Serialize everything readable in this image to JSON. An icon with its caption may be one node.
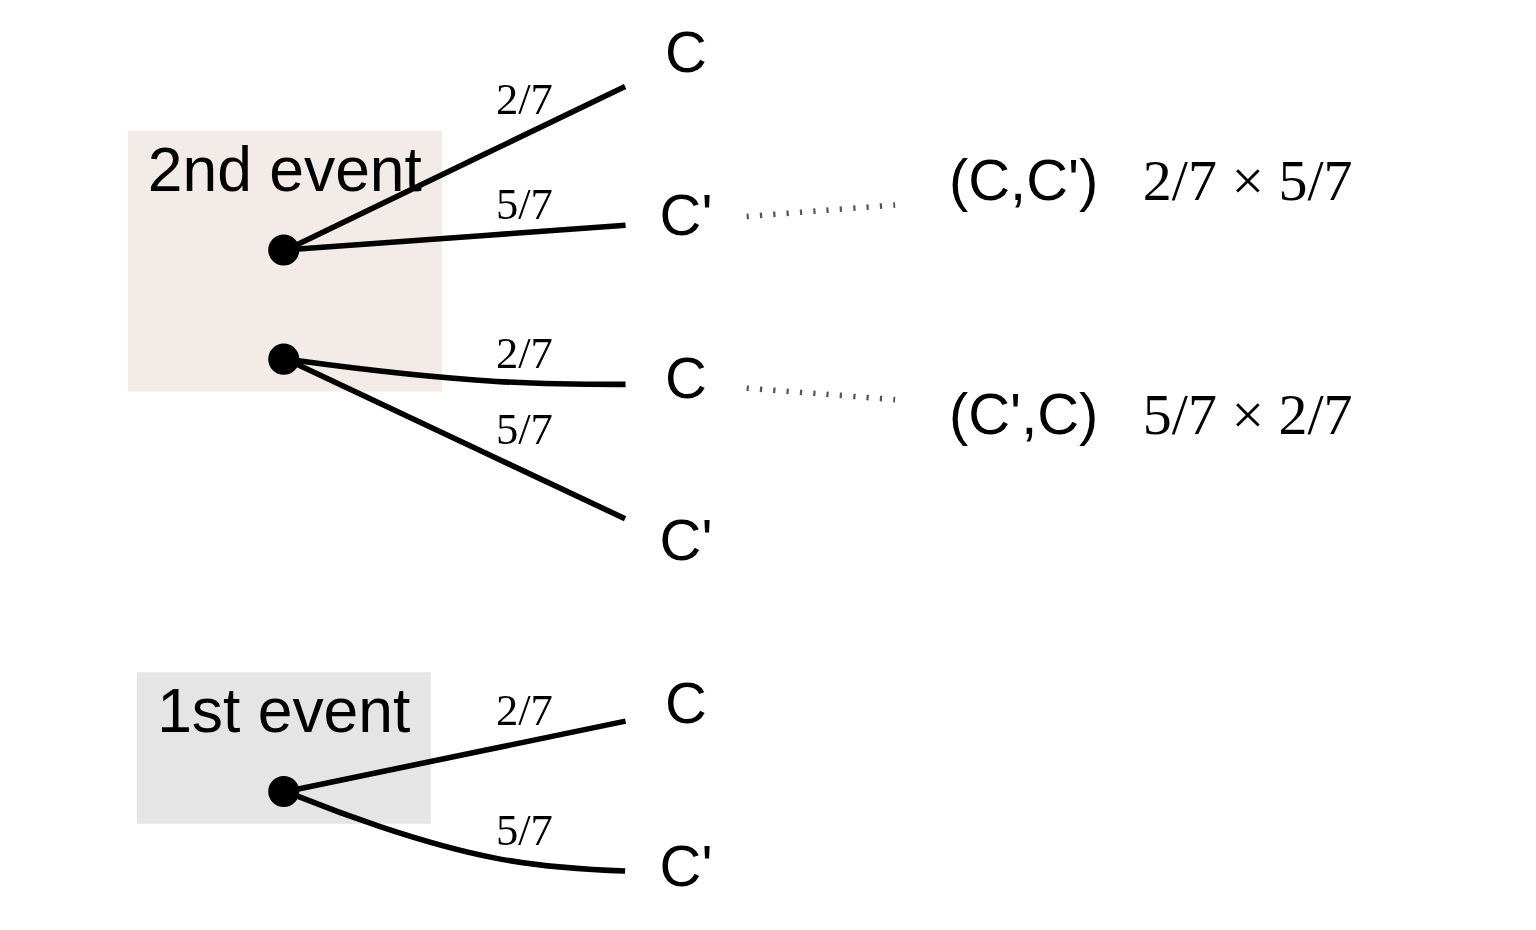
{
  "diagram": {
    "nodes": [
      {
        "text": [
          "1st event"
        ]
      },
      {
        "text": [
          "2nd event"
        ]
      },
      {
        "text": [],
        "shape": "circle",
        "in": 0
      },
      {
        "text": [
          "C"
        ]
      },
      {
        "text": [],
        "shape": "circle",
        "in": 1
      },
      {
        "text": [
          "C'"
        ]
      },
      {
        "text": [],
        "shape": "circle",
        "in": 1
      },
      {
        "text": [
          "C"
        ]
      },
      {
        "text": [
          "C'"
        ]
      },
      {
        "text": [
          "C"
        ]
      },
      {
        "text": [
          "C'"
        ]
      },
      {
        "text": [
          "(C,C')"
        ],
        "beside": [
          "2/7 × 5/7"
        ]
      },
      {
        "text": [
          "(C',C)"
        ],
        "beside": [
          "5/7 × 2/7"
        ]
      }
    ],
    "edges": [
      {
        "from": 2,
        "to": 3,
        "arrow": "none",
        "label": "2/7"
      },
      {
        "from": 2,
        "to": 5,
        "arrow": "none",
        "label": "5/7"
      },
      {
        "from": 4,
        "to": 7,
        "arrow": "none",
        "label": "2/7"
      },
      {
        "from": 4,
        "to": 8,
        "arrow": "none",
        "label": "5/7"
      },
      {
        "from": 6,
        "to": 9,
        "arrow": "none",
        "label": "2/7"
      },
      {
        "from": 6,
        "to": 10,
        "arrow": "none",
        "label": "5/7"
      },
      {
        "from": 8,
        "to": 11,
        "arrow": "none",
        "style": "dashed",
        "color": "#555555"
      },
      {
        "from": 9,
        "to": 12,
        "arrow": "none",
        "style": "dashed",
        "color": "#555555"
      }
    ]
  }
}
